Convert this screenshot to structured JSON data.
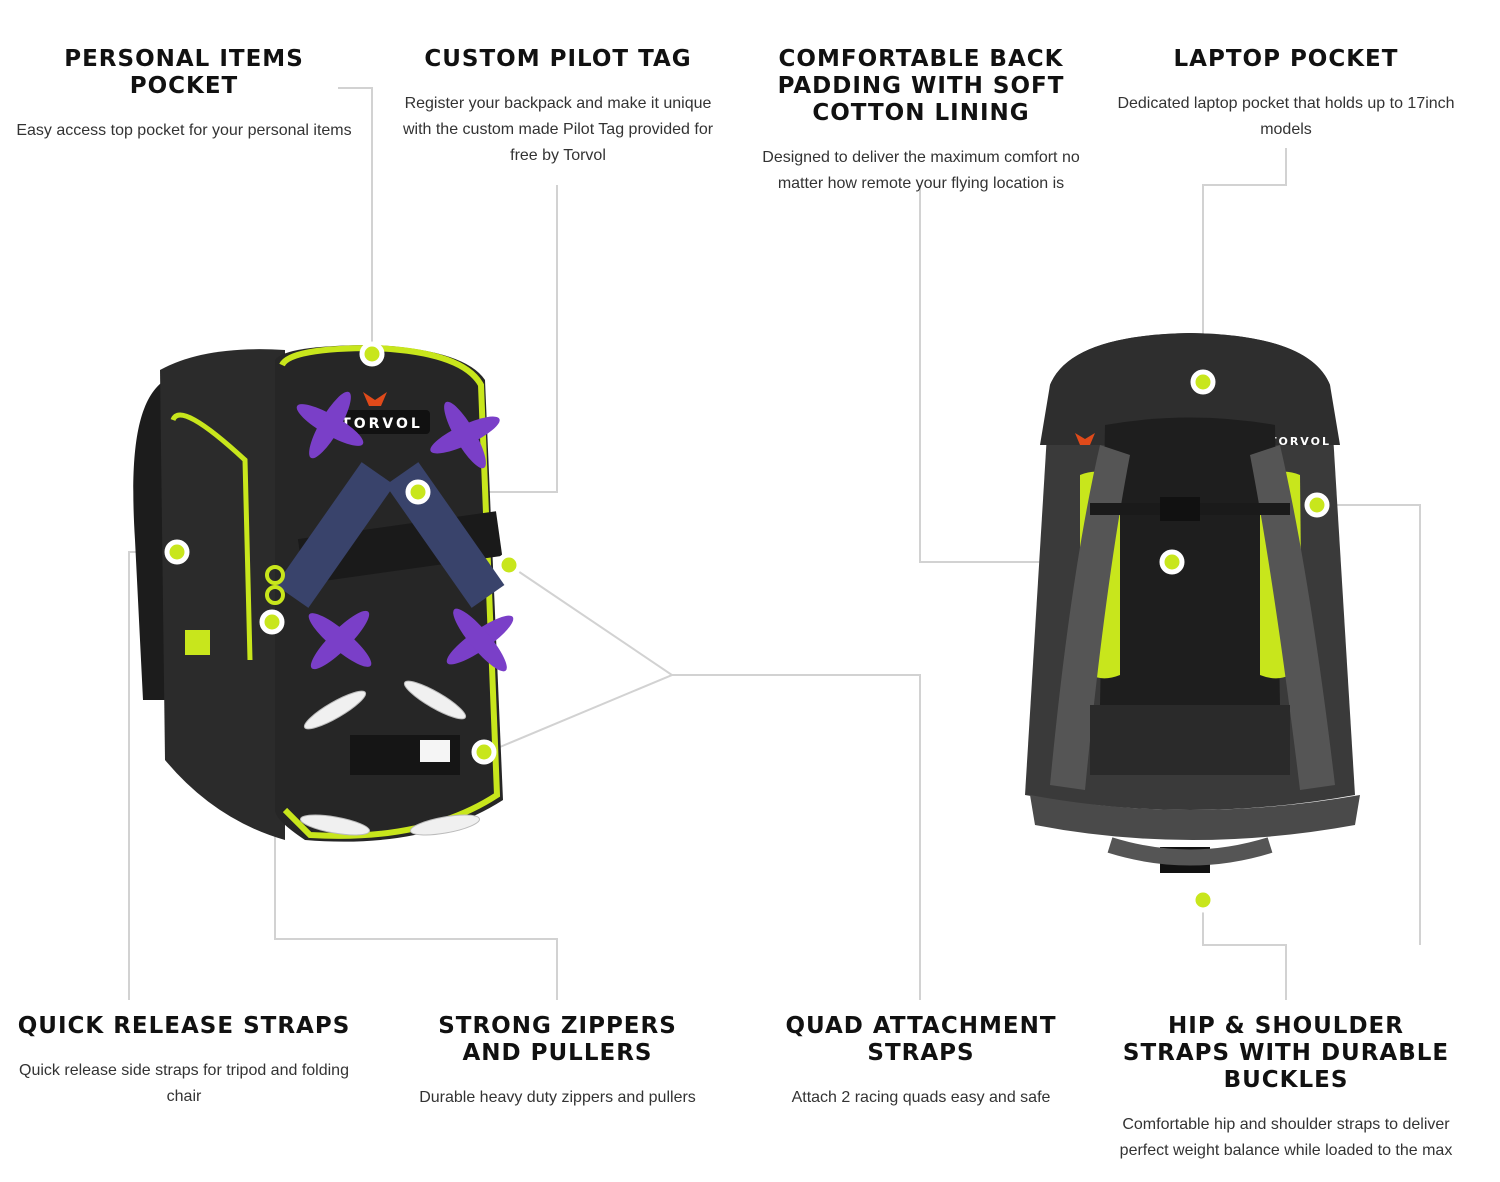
{
  "brand": {
    "logo_text": "TORVOL"
  },
  "colors": {
    "accent": "#c8e61c",
    "bag_dark": "#2a2a2a",
    "prop_purple": "#7a3fc8",
    "connector": "#cfcfcf"
  },
  "features": {
    "personal_items": {
      "title": "PERSONAL ITEMS POCKET",
      "desc": "Easy access top pocket for your personal items"
    },
    "pilot_tag": {
      "title": "CUSTOM PILOT TAG",
      "desc": "Register your backpack and make it unique with the custom made Pilot Tag provided for free by Torvol"
    },
    "back_padding": {
      "title": "COMFORTABLE BACK PADDING WITH SOFT COTTON LINING",
      "desc": "Designed to deliver the maximum comfort no matter how remote your flying location is"
    },
    "laptop": {
      "title": "LAPTOP POCKET",
      "desc": "Dedicated laptop pocket that holds up to 17inch models"
    },
    "quick_release": {
      "title": "QUICK RELEASE STRAPS",
      "desc": "Quick release side straps for tripod and folding chair"
    },
    "zippers": {
      "title": "STRONG ZIPPERS AND PULLERS",
      "desc": "Durable heavy duty zippers and pullers"
    },
    "quad_straps": {
      "title": "QUAD ATTACHMENT STRAPS",
      "desc": "Attach 2 racing quads easy and safe"
    },
    "hip_shoulder": {
      "title": "HIP & SHOULDER STRAPS WITH DURABLE BUCKLES",
      "desc": "Comfortable hip and shoulder straps to deliver perfect weight balance while loaded to the max"
    }
  }
}
